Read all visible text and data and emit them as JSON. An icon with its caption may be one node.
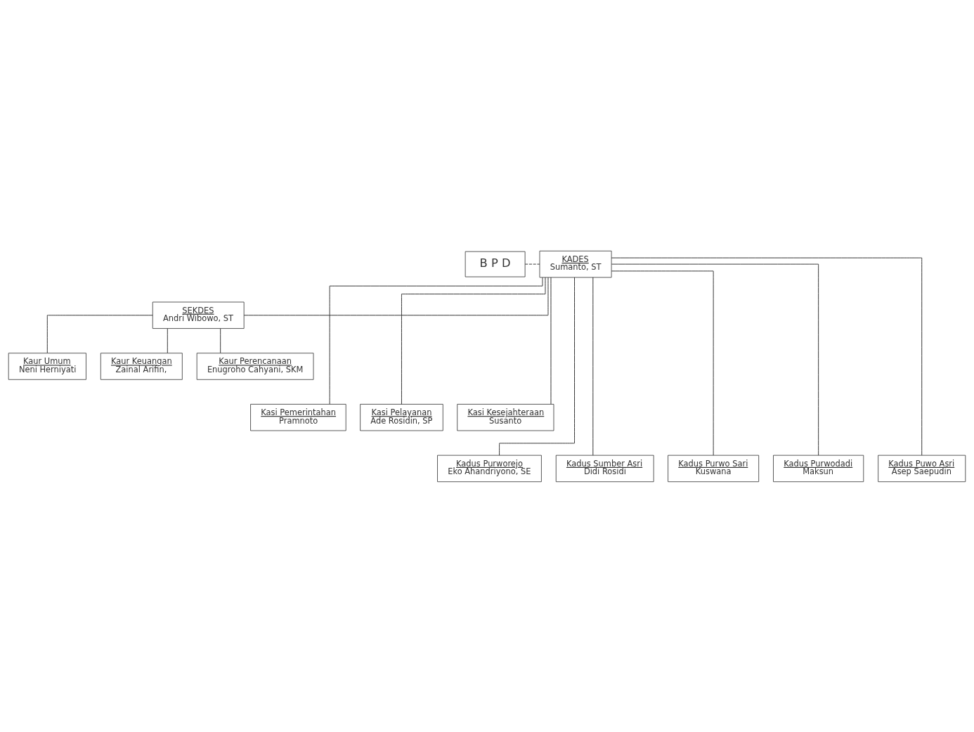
{
  "diagram": {
    "nodes": [
      {
        "text": [
          "B P D"
        ]
      },
      {
        "text": [
          "KADES",
          "Sumanto, ST"
        ]
      },
      {
        "text": [
          "SEKDES",
          "Andri Wibowo, ST"
        ]
      },
      {
        "text": [
          "Kaur Umum",
          "Neni Herniyati"
        ]
      },
      {
        "text": [
          "Kaur Keuangan",
          "Zainal Arifin,"
        ]
      },
      {
        "text": [
          "Kaur Perencanaan",
          "Enugroho Cahyani, SKM"
        ]
      },
      {
        "text": [
          "Kasi Pemerintahan",
          "Pramnoto"
        ]
      },
      {
        "text": [
          "Kasi Pelayanan",
          "Ade Rosidin, SP"
        ]
      },
      {
        "text": [
          "Kasi Kesejahteraan",
          "Susanto"
        ]
      },
      {
        "text": [
          "Kadus Purworejo",
          "Eko Ahandriyono, SE"
        ]
      },
      {
        "text": [
          "Kadus Sumber Asri",
          "Didi Rosidi"
        ]
      },
      {
        "text": [
          "Kadus Purwo Sari",
          "Kuswana"
        ]
      },
      {
        "text": [
          "Kadus Purwodadi",
          "Maksun"
        ]
      },
      {
        "text": [
          "Kadus Puwo Asri",
          "Asep Saepudin"
        ]
      }
    ],
    "edges": [
      {
        "from": 0,
        "to": 1,
        "arrow": "none",
        "style": "dashed"
      },
      {
        "from": 1,
        "to": 2,
        "arrow": "none"
      },
      {
        "from": 2,
        "to": 3,
        "arrow": "none"
      },
      {
        "from": 2,
        "to": 4,
        "arrow": "none"
      },
      {
        "from": 2,
        "to": 5,
        "arrow": "none"
      },
      {
        "from": 1,
        "to": 6,
        "arrow": "none"
      },
      {
        "from": 1,
        "to": 7,
        "arrow": "none"
      },
      {
        "from": 1,
        "to": 8,
        "arrow": "none"
      },
      {
        "from": 1,
        "to": 9,
        "arrow": "none"
      },
      {
        "from": 1,
        "to": 10,
        "arrow": "none"
      },
      {
        "from": 1,
        "to": 11,
        "arrow": "none"
      },
      {
        "from": 1,
        "to": 12,
        "arrow": "none"
      },
      {
        "from": 1,
        "to": 13,
        "arrow": "none"
      }
    ]
  }
}
